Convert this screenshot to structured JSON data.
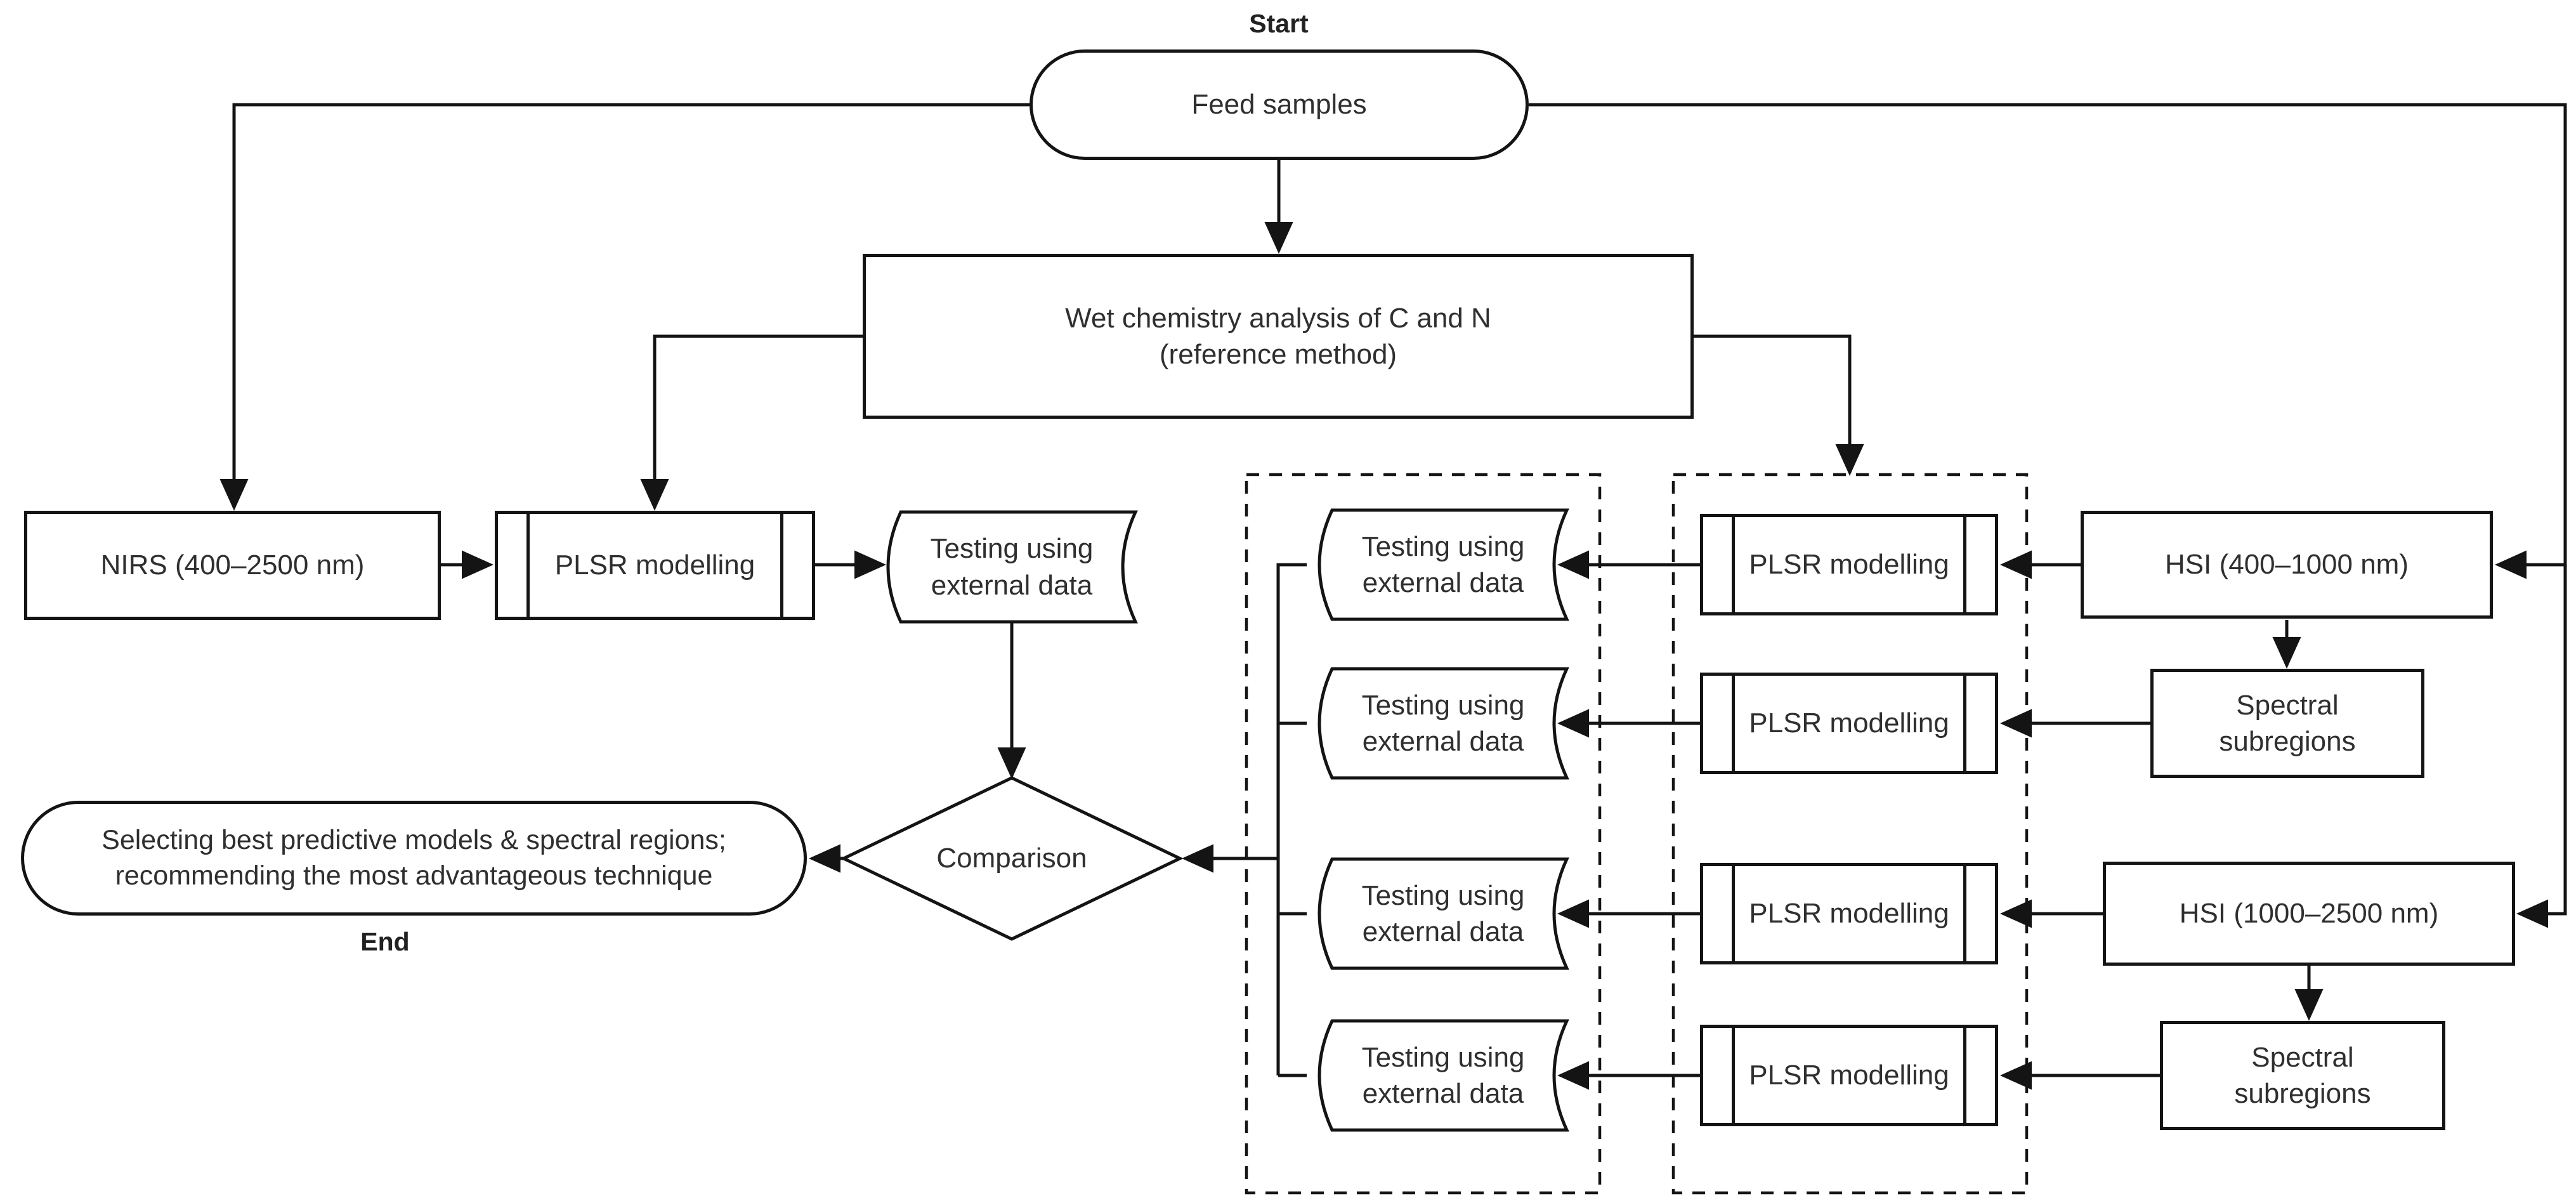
{
  "diagram": {
    "colors": {
      "line": "#141414",
      "text": "#2f2f2f",
      "background": "#ffffff"
    },
    "start_label": "Start",
    "end_label": "End",
    "feed_samples": "Feed samples",
    "wet_chemistry": {
      "line1": "Wet chemistry analysis of C and N",
      "line2": "(reference method)"
    },
    "nirs": "NIRS (400–2500 nm)",
    "plsr_left": "PLSR modelling",
    "testing_left": {
      "line1": "Testing using",
      "line2": "external data"
    },
    "comparison": "Comparison",
    "selection": {
      "line1": "Selecting best predictive models & spectral regions;",
      "line2": "recommending the most advantageous technique"
    },
    "hsi_vnir": "HSI (400–1000 nm)",
    "hsi_swir": "HSI (1000–2500 nm)",
    "spectral_subregions_vnir": {
      "line1": "Spectral",
      "line2": "subregions"
    },
    "spectral_subregions_swir": {
      "line1": "Spectral",
      "line2": "subregions"
    },
    "testing_rows": [
      {
        "line1": "Testing using",
        "line2": "external data"
      },
      {
        "line1": "Testing using",
        "line2": "external data"
      },
      {
        "line1": "Testing using",
        "line2": "external data"
      },
      {
        "line1": "Testing using",
        "line2": "external data"
      }
    ],
    "plsr_rows": [
      "PLSR modelling",
      "PLSR modelling",
      "PLSR modelling",
      "PLSR modelling"
    ]
  }
}
